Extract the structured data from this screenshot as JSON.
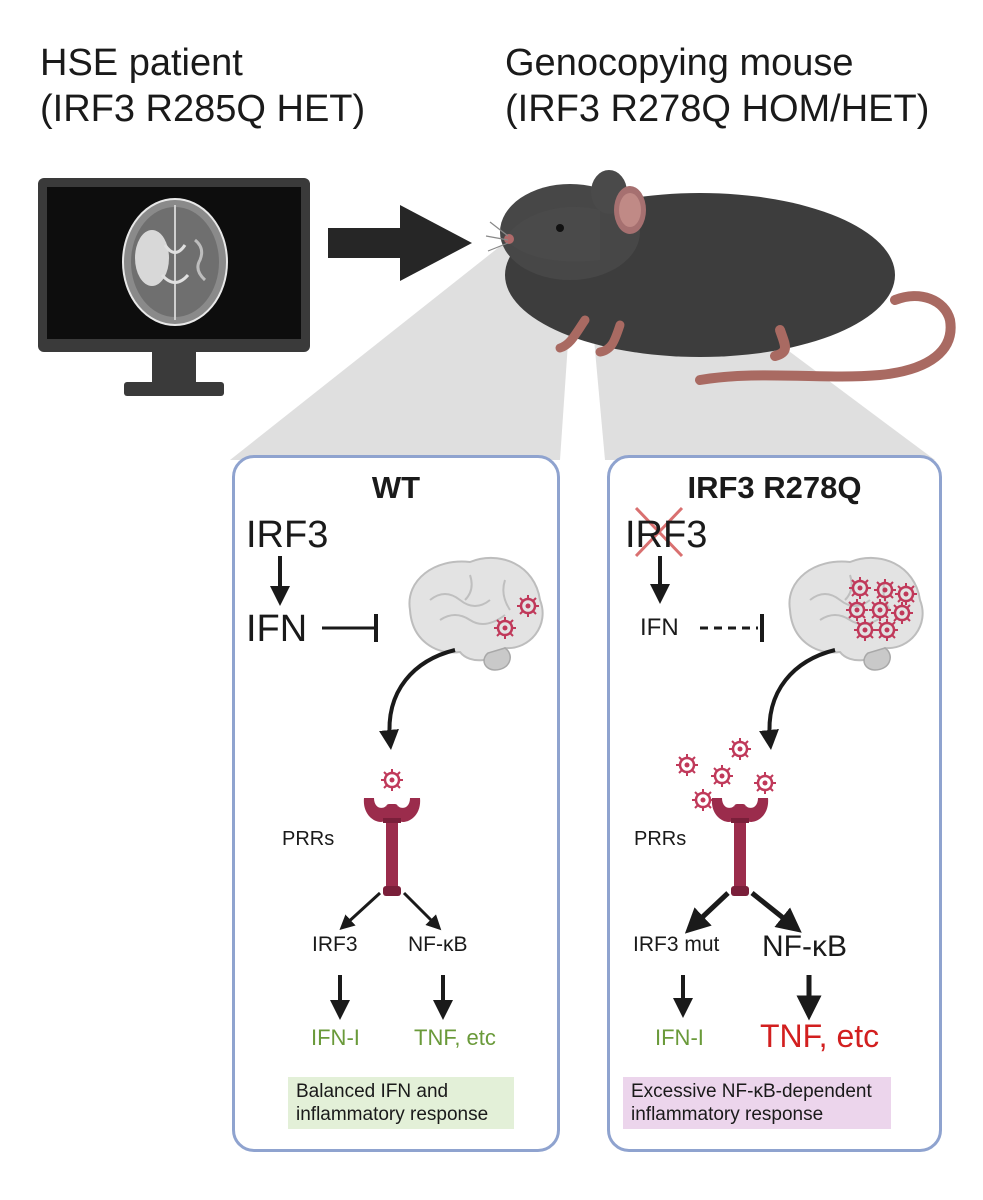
{
  "header": {
    "patient_line1": "HSE patient",
    "patient_line2": "(IRF3 R285Q HET)",
    "mouse_line1": "Genocopying mouse",
    "mouse_line2": "(IRF3 R278Q HOM/HET)"
  },
  "wt_panel": {
    "title": "WT",
    "irf3": "IRF3",
    "ifn": "IFN",
    "prrs": "PRRs",
    "branch_left": "IRF3",
    "branch_right": "NF-κB",
    "out_left": "IFN-I",
    "out_right": "TNF, etc",
    "note": "Balanced IFN and inflammatory response"
  },
  "mut_panel": {
    "title": "IRF3 R278Q",
    "irf3": "IRF3",
    "ifn": "IFN",
    "prrs": "PRRs",
    "branch_left": "IRF3 mut",
    "branch_right": "NF-κB",
    "out_left": "IFN-I",
    "out_right": "TNF, etc",
    "note": "Excessive NF-κB-dependent inflammatory response"
  },
  "colors": {
    "panel_border": "#8fa3cf",
    "green_text": "#6a9a3a",
    "red_text": "#d21f1f",
    "green_note_bg": "#e3f0d8",
    "pink_note_bg": "#ecd5ec",
    "virus": "#c0395a",
    "receptor": "#9b2c4c"
  }
}
